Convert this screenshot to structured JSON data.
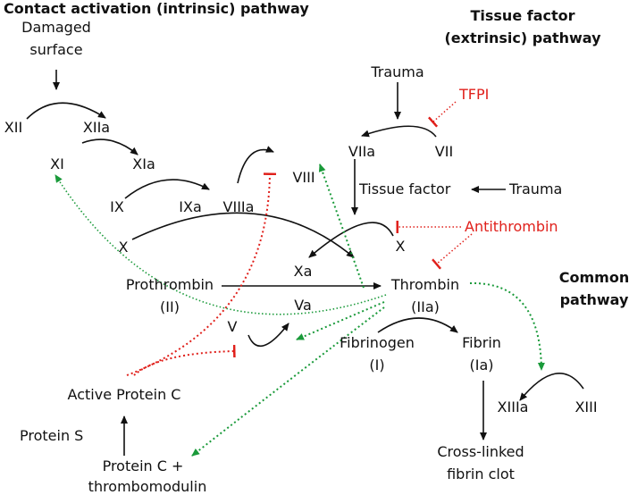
{
  "headers": {
    "intrinsic": "Contact activation (intrinsic) pathway",
    "extrinsic_line1": "Tissue factor",
    "extrinsic_line2": "(extrinsic) pathway",
    "common_line1": "Common",
    "common_line2": "pathway"
  },
  "nodes": {
    "damaged_surface_1": "Damaged",
    "damaged_surface_2": "surface",
    "xii": "XII",
    "xiia": "XIIa",
    "xi": "XI",
    "xia": "XIa",
    "ix": "IX",
    "ixa": "IXa",
    "viiia": "VIIIa",
    "viii": "VIII",
    "x_left": "X",
    "xa": "Xa",
    "va": "Va",
    "v": "V",
    "prothrombin_1": "Prothrombin",
    "prothrombin_2": "(II)",
    "thrombin_1": "Thrombin",
    "thrombin_2": "(IIa)",
    "fibrinogen_1": "Fibrinogen",
    "fibrinogen_2": "(I)",
    "fibrin_1": "Fibrin",
    "fibrin_2": "(Ia)",
    "xiiia": "XIIIa",
    "xiii": "XIII",
    "clot_1": "Cross-linked",
    "clot_2": "fibrin clot",
    "trauma_top": "Trauma",
    "tfpi": "TFPI",
    "viia": "VIIa",
    "vii": "VII",
    "tissue_factor": "Tissue factor",
    "trauma_right": "Trauma",
    "antithrombin": "Antithrombin",
    "x_right": "X",
    "active_protein_c": "Active Protein C",
    "protein_s": "Protein S",
    "protein_c_1": "Protein C +",
    "protein_c_2": "thrombomodulin"
  },
  "colors": {
    "activation": "#111111",
    "inhibition": "#e0201b",
    "feedback": "#1a9a3a"
  }
}
